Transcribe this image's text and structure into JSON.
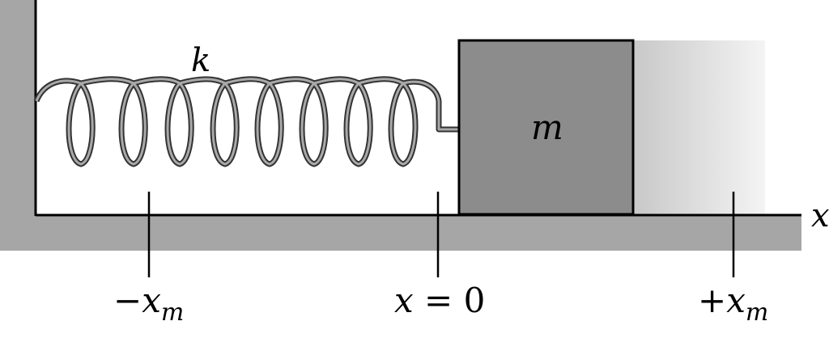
{
  "diagram": {
    "spring_label": "k",
    "block_label": "m",
    "axis_label": "x",
    "marks": {
      "neg": {
        "sign": "−",
        "var": "x",
        "sub": "m"
      },
      "zero": {
        "var": "x",
        "eq": " = 0"
      },
      "pos": {
        "sign": "+",
        "var": "x",
        "sub": "m"
      }
    },
    "colors": {
      "wall": "#a6a6a6",
      "block": "#8c8c8c",
      "spring": "#8a8a8a",
      "line": "#000000"
    }
  }
}
